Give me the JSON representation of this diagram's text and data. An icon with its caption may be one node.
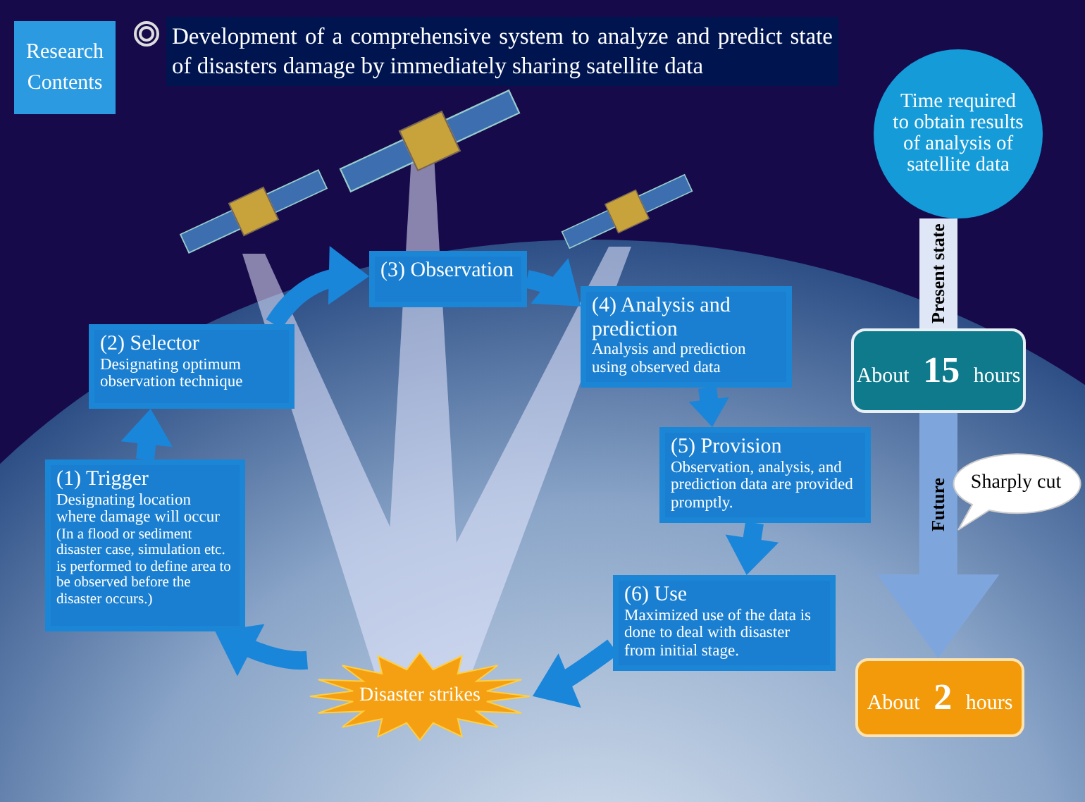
{
  "diagram": {
    "title": "Development of a comprehensive system to analyze and predict state of disasters damage by immediately sharing satellite data",
    "nodes": [
      {
        "text": [
          "Research Contents"
        ]
      },
      {
        "text": [
          "(1) Trigger",
          "Designating location where damage will occur",
          "(In a flood or sediment disaster case, simulation etc. is performed to define area to be observed before the disaster occurs.)"
        ]
      },
      {
        "text": [
          "(2) Selector",
          "Designating optimum observation technique"
        ]
      },
      {
        "text": [
          "(3) Observation"
        ]
      },
      {
        "text": [
          "(4) Analysis and prediction",
          "Analysis and prediction using observed data"
        ]
      },
      {
        "text": [
          "(5) Provision",
          "Observation, analysis, and prediction data are provided promptly."
        ]
      },
      {
        "text": [
          "(6) Use",
          "Maximized use of the data is done to deal with disaster from initial stage."
        ]
      },
      {
        "text": [
          "Disaster strikes"
        ]
      },
      {
        "text": [
          "Time required to obtain results of analysis of satellite data"
        ]
      },
      {
        "text": [
          "About **15** hours"
        ]
      },
      {
        "text": [
          "About **2** hours"
        ]
      },
      {
        "text": [
          "Sharply cut"
        ]
      }
    ],
    "edges": [
      {
        "from": 1,
        "to": 2,
        "arrow": "to"
      },
      {
        "from": 2,
        "to": 3,
        "arrow": "to"
      },
      {
        "from": 3,
        "to": 4,
        "arrow": "to"
      },
      {
        "from": 4,
        "to": 5,
        "arrow": "to"
      },
      {
        "from": 5,
        "to": 6,
        "arrow": "to"
      },
      {
        "from": 6,
        "to": 7,
        "arrow": "to"
      },
      {
        "from": 7,
        "to": 1,
        "arrow": "to"
      },
      {
        "from": 8,
        "to": 9,
        "arrow": "none",
        "label": "Present state",
        "color": "#dfe6f5",
        "style": "thick"
      },
      {
        "from": 9,
        "to": 10,
        "arrow": "to",
        "label": "Future",
        "color": "#7fa6dc",
        "style": "thick"
      }
    ]
  }
}
